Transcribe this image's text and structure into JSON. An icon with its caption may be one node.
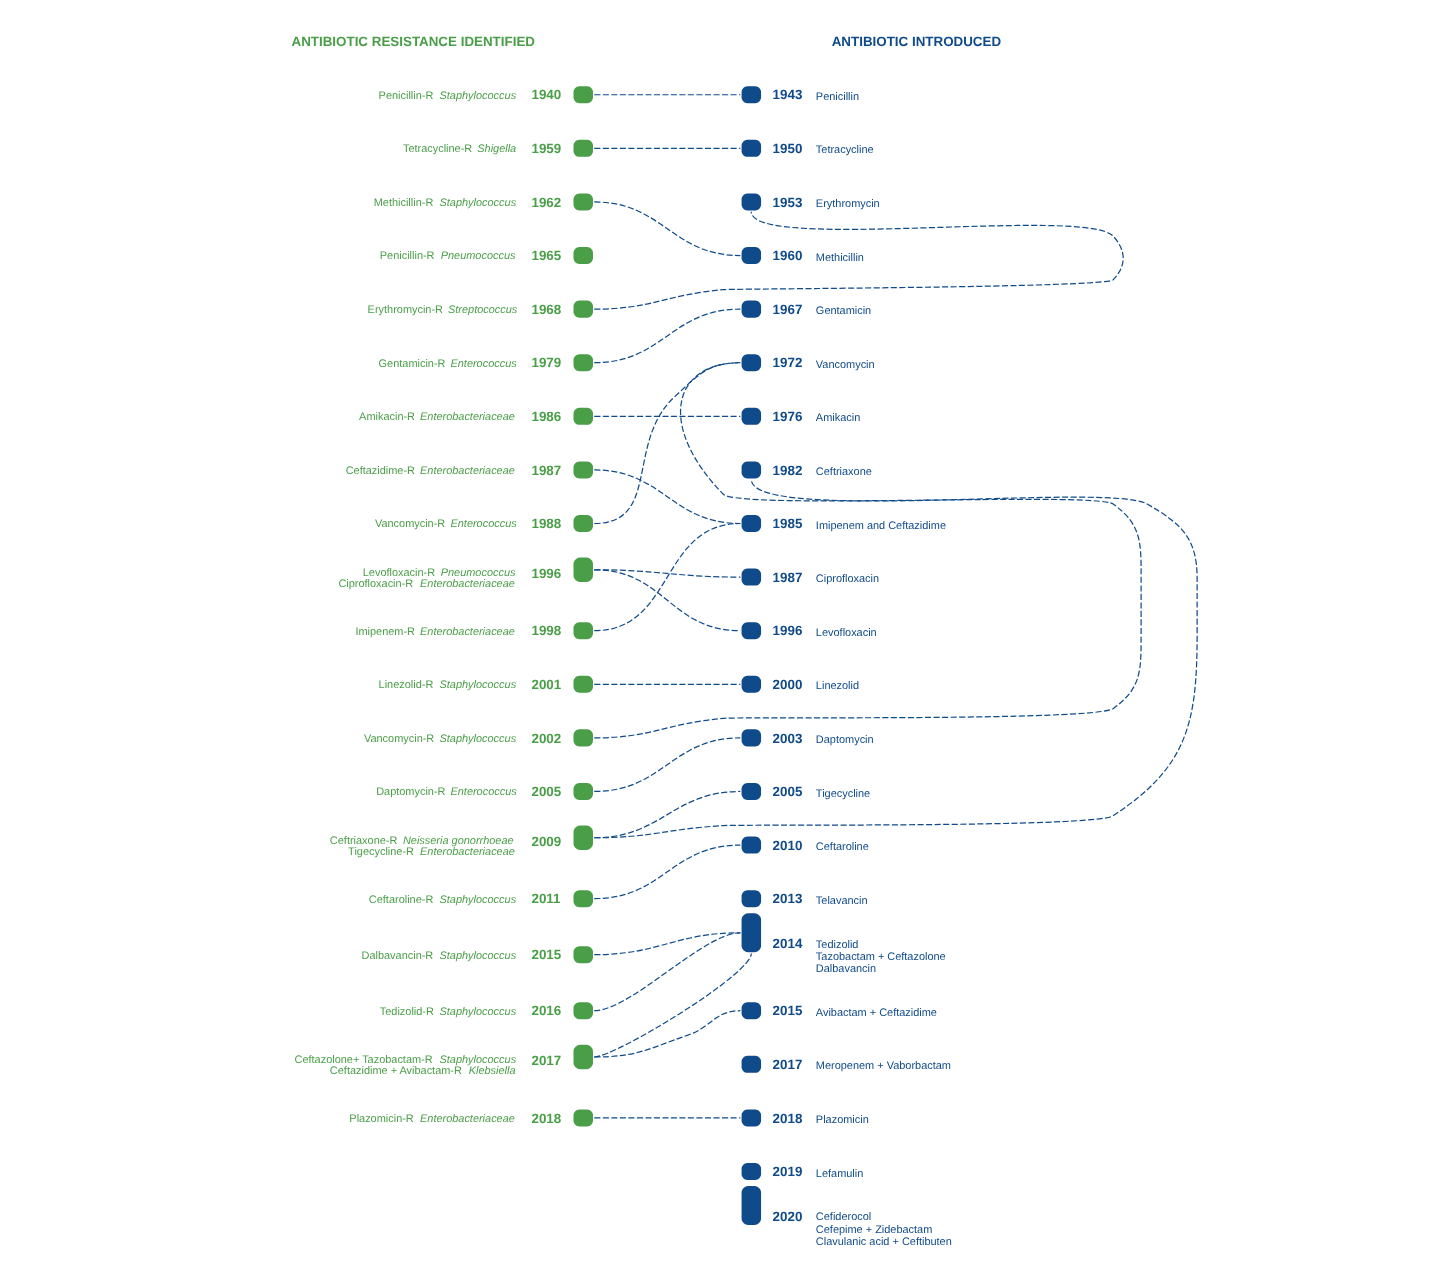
{
  "diagram": {
    "nodes": [
      {
        "text": [
          "Penicillin-R *Staphylococcus*",
          "1940"
        ]
      },
      {
        "text": [
          "Tetracycline-R *Shigella*",
          "1959"
        ]
      },
      {
        "text": [
          "Methicillin-R *Staphylococcus*",
          "1962"
        ]
      },
      {
        "text": [
          "Penicillin-R *Pneumococcus*",
          "1965"
        ]
      },
      {
        "text": [
          "Erythromycin-R *Streptococcus*",
          "1968"
        ]
      },
      {
        "text": [
          "Gentamicin-R *Enterococcus*",
          "1979"
        ]
      },
      {
        "text": [
          "Amikacin-R *Enterobacteriaceae*",
          "1986"
        ]
      },
      {
        "text": [
          "Ceftazidime-R *Enterobacteriaceae*",
          "1987"
        ]
      },
      {
        "text": [
          "Vancomycin-R *Enterococcus*",
          "1988"
        ]
      },
      {
        "text": [
          "Levofloxacin-R *Pneumococcus*",
          "Ciprofloxacin-R *Enterobacteriaceae*",
          "1996"
        ]
      },
      {
        "text": [
          "Imipenem-R *Enterobacteriaceae*",
          "1998"
        ]
      },
      {
        "text": [
          "Linezolid-R *Staphylococcus*",
          "2001"
        ]
      },
      {
        "text": [
          "Vancomycin-R *Staphylococcus*",
          "2002"
        ]
      },
      {
        "text": [
          "Daptomycin-R *Enterococcus*",
          "2005"
        ]
      },
      {
        "text": [
          "Ceftriaxone-R *Neisseria gonorrhoeae*",
          "Tigecycline-R *Enterobacteriaceae*",
          "2009"
        ]
      },
      {
        "text": [
          "Ceftaroline-R *Staphylococcus*",
          "2011"
        ]
      },
      {
        "text": [
          "Dalbavancin-R *Staphylococcus*",
          "2015"
        ]
      },
      {
        "text": [
          "Tedizolid-R *Staphylococcus*",
          "2016"
        ]
      },
      {
        "text": [
          "Ceftazolone+ Tazobactam-R *Staphylococcus*",
          "Ceftazidime + Avibactam-R *Klebsiella*",
          "2017"
        ]
      },
      {
        "text": [
          "Plazomicin-R *Enterobacteriaceae*",
          "2018"
        ]
      },
      {
        "text": [
          "1943",
          "Penicillin"
        ]
      },
      {
        "text": [
          "1950",
          "Tetracycline"
        ]
      },
      {
        "text": [
          "1953",
          "Erythromycin"
        ]
      },
      {
        "text": [
          "1960",
          "Methicillin"
        ]
      },
      {
        "text": [
          "1967",
          "Gentamicin"
        ]
      },
      {
        "text": [
          "1972",
          "Vancomycin"
        ]
      },
      {
        "text": [
          "1976",
          "Amikacin"
        ]
      },
      {
        "text": [
          "1982",
          "Ceftriaxone"
        ]
      },
      {
        "text": [
          "1985",
          "Imipenem and Ceftazidime"
        ]
      },
      {
        "text": [
          "1987",
          "Ciprofloxacin"
        ]
      },
      {
        "text": [
          "1996",
          "Levofloxacin"
        ]
      },
      {
        "text": [
          "2000",
          "Linezolid"
        ]
      },
      {
        "text": [
          "2003",
          "Daptomycin"
        ]
      },
      {
        "text": [
          "2005",
          "Tigecycline"
        ]
      },
      {
        "text": [
          "2010",
          "Ceftaroline"
        ]
      },
      {
        "text": [
          "2013",
          "Telavancin"
        ]
      },
      {
        "text": [
          "2014",
          "Tedizolid",
          "Tazobactam + Ceftazolone",
          "Dalbavancin"
        ]
      },
      {
        "text": [
          "2015",
          "Avibactam + Ceftazidime"
        ]
      },
      {
        "text": [
          "2017",
          "Meropenem + Vaborbactam"
        ]
      },
      {
        "text": [
          "2018",
          "Plazomicin"
        ]
      },
      {
        "text": [
          "2019",
          "Lefamulin"
        ]
      },
      {
        "text": [
          "2020",
          "Cefiderocol",
          "Cefepime + Zidebactam",
          "Clavulanic acid + Ceftibuten"
        ]
      }
    ],
    "edges": [
      {
        "from": 0,
        "to": 20,
        "arrow": "none",
        "style": "dashed"
      },
      {
        "from": 1,
        "to": 21,
        "arrow": "none",
        "style": "dashed"
      },
      {
        "from": 2,
        "to": 23,
        "arrow": "none",
        "style": "dashed"
      },
      {
        "from": 4,
        "to": 22,
        "arrow": "none",
        "style": "dashed"
      },
      {
        "from": 5,
        "to": 24,
        "arrow": "none",
        "style": "dashed"
      },
      {
        "from": 6,
        "to": 26,
        "arrow": "none",
        "style": "dashed"
      },
      {
        "from": 7,
        "to": 28,
        "arrow": "none",
        "style": "dashed"
      },
      {
        "from": 8,
        "to": 25,
        "arrow": "none",
        "style": "dashed"
      },
      {
        "from": 9,
        "to": 30,
        "arrow": "none",
        "style": "dashed"
      },
      {
        "from": 9,
        "to": 29,
        "arrow": "none",
        "style": "dashed"
      },
      {
        "from": 10,
        "to": 28,
        "arrow": "none",
        "style": "dashed"
      },
      {
        "from": 11,
        "to": 31,
        "arrow": "none",
        "style": "dashed"
      },
      {
        "from": 12,
        "to": 25,
        "arrow": "none",
        "style": "dashed"
      },
      {
        "from": 13,
        "to": 32,
        "arrow": "none",
        "style": "dashed"
      },
      {
        "from": 14,
        "to": 27,
        "arrow": "none",
        "style": "dashed"
      },
      {
        "from": 14,
        "to": 33,
        "arrow": "none",
        "style": "dashed"
      },
      {
        "from": 15,
        "to": 34,
        "arrow": "none",
        "style": "dashed"
      },
      {
        "from": 16,
        "to": 36,
        "arrow": "none",
        "style": "dashed"
      },
      {
        "from": 17,
        "to": 36,
        "arrow": "none",
        "style": "dashed"
      },
      {
        "from": 18,
        "to": 36,
        "arrow": "none",
        "style": "dashed"
      },
      {
        "from": 18,
        "to": 37,
        "arrow": "none",
        "style": "dashed"
      },
      {
        "from": 19,
        "to": 39,
        "arrow": "none",
        "style": "dashed"
      }
    ],
    "labels": [
      "ANTIBIOTIC RESISTANCE IDENTIFIED",
      "ANTIBIOTIC INTRODUCED"
    ]
  }
}
